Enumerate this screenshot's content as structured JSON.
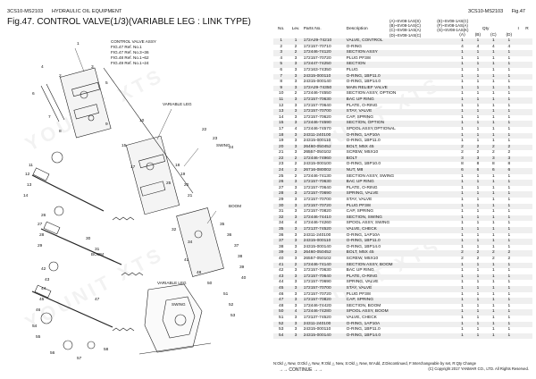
{
  "header": {
    "model_code": "3CS10-MS2103",
    "category": "HYDRAULIC OIL EQUIPMENT",
    "figure_title": "Fig.47.  CONTROL VALVE(1/3)(VARIABLE LEG : LINK TYPE)",
    "right_code": "3CS10-MS2103",
    "right_fig": "Fig.47"
  },
  "version_notes": [
    "(A)~SV08-1AS(S)",
    "(B)~SV08-1AS(C)",
    "(C)~SV08-1AS(A)",
    "(D)~SV08-1AS(C)"
  ],
  "version_notes_right": [
    "(E)~SV08-1AS(C)",
    "(F)~SV08-1AS(A)",
    "(G)~SV08-1AS(K)",
    ""
  ],
  "table_headers": {
    "no": "No.",
    "lev": "Lev.",
    "parts_no": "Parts No.",
    "description": "Description",
    "qty": "Qty",
    "cols": [
      "(A)",
      "(B)",
      "(C)",
      "(D)",
      "I",
      "R"
    ]
  },
  "parts": [
    {
      "no": "1",
      "lev": "1",
      "pn": "172A29-74210",
      "desc": "VALVE, CONTROL",
      "q": [
        "1",
        "1",
        "1",
        "1"
      ]
    },
    {
      "no": "2",
      "lev": "2",
      "pn": "172157-70710",
      "desc": "O-RING",
      "q": [
        "4",
        "4",
        "4",
        "4"
      ]
    },
    {
      "no": "3",
      "lev": "2",
      "pn": "172446-74120",
      "desc": "SECTION ASSY",
      "q": [
        "1",
        "1",
        "1",
        "1"
      ]
    },
    {
      "no": "4",
      "lev": "3",
      "pn": "172157-70720",
      "desc": "PLUG PF3/8",
      "q": [
        "1",
        "1",
        "1",
        "1"
      ]
    },
    {
      "no": "5",
      "lev": "3",
      "pn": "172447-74250",
      "desc": "SECTION",
      "q": [
        "1",
        "1",
        "1",
        "1"
      ]
    },
    {
      "no": "6",
      "lev": "3",
      "pn": "172163-74350",
      "desc": "PLUG",
      "q": [
        "1",
        "1",
        "1",
        "1"
      ]
    },
    {
      "no": "7",
      "lev": "3",
      "pn": "24315-000110",
      "desc": "O-RING, 1BP11.0",
      "q": [
        "1",
        "1",
        "1",
        "1"
      ]
    },
    {
      "no": "8",
      "lev": "3",
      "pn": "24315-000140",
      "desc": "O-RING, 1BP14.0",
      "q": [
        "1",
        "1",
        "1",
        "1"
      ]
    },
    {
      "no": "9",
      "lev": "3",
      "pn": "172A29-74350",
      "desc": "MAIN RELIEF VALVE",
      "q": [
        "1",
        "1",
        "1",
        "1"
      ]
    },
    {
      "no": "10",
      "lev": "2",
      "pn": "172446-74550",
      "desc": "SECTION ASSY, OPTION",
      "q": [
        "1",
        "1",
        "1",
        "1"
      ]
    },
    {
      "no": "11",
      "lev": "3",
      "pn": "172157-70630",
      "desc": "BAC UP RING",
      "q": [
        "1",
        "1",
        "1",
        "1"
      ]
    },
    {
      "no": "12",
      "lev": "3",
      "pn": "172157-70640",
      "desc": "PLATE, O-RING",
      "q": [
        "1",
        "1",
        "1",
        "1"
      ]
    },
    {
      "no": "13",
      "lev": "3",
      "pn": "172157-70700",
      "desc": "STAY, VALVE",
      "q": [
        "1",
        "1",
        "1",
        "1"
      ]
    },
    {
      "no": "14",
      "lev": "3",
      "pn": "172157-70620",
      "desc": "CAP, SPRING",
      "q": [
        "1",
        "1",
        "1",
        "1"
      ]
    },
    {
      "no": "15",
      "lev": "3",
      "pn": "172446-74590",
      "desc": "SECTION, OPTION",
      "q": [
        "1",
        "1",
        "1",
        "1"
      ]
    },
    {
      "no": "17",
      "lev": "4",
      "pn": "172446-74570",
      "desc": "SPOOL ASSY,OPTIONAL",
      "q": [
        "1",
        "1",
        "1",
        "1"
      ]
    },
    {
      "no": "18",
      "lev": "3",
      "pn": "24311-240100",
      "desc": "O-RING, 1AP10A",
      "q": [
        "1",
        "1",
        "1",
        "1"
      ]
    },
    {
      "no": "19",
      "lev": "3",
      "pn": "24315-000110",
      "desc": "O-RING, 1BP11.0",
      "q": [
        "1",
        "1",
        "1",
        "1"
      ]
    },
    {
      "no": "20",
      "lev": "3",
      "pn": "26460-050452",
      "desc": "BOLT, M5X 45",
      "q": [
        "2",
        "2",
        "2",
        "2"
      ]
    },
    {
      "no": "21",
      "lev": "3",
      "pn": "26557-050102",
      "desc": "SCREW, M5X10",
      "q": [
        "2",
        "2",
        "2",
        "2"
      ]
    },
    {
      "no": "22",
      "lev": "2",
      "pn": "172446-74960",
      "desc": "BOLT",
      "q": [
        "3",
        "3",
        "3",
        "3"
      ]
    },
    {
      "no": "23",
      "lev": "2",
      "pn": "24315-000100",
      "desc": "O-RING, 1BP10.0",
      "q": [
        "8",
        "8",
        "8",
        "8"
      ]
    },
    {
      "no": "24",
      "lev": "2",
      "pn": "26716-080002",
      "desc": "NUT, M8",
      "q": [
        "6",
        "6",
        "6",
        "6"
      ]
    },
    {
      "no": "25",
      "lev": "2",
      "pn": "172446-74130",
      "desc": "SECTION ASSY, SWING",
      "q": [
        "1",
        "1",
        "1",
        "1"
      ]
    },
    {
      "no": "26",
      "lev": "3",
      "pn": "172157-70630",
      "desc": "BAC UP RING",
      "q": [
        "1",
        "1",
        "1",
        "1"
      ]
    },
    {
      "no": "27",
      "lev": "3",
      "pn": "172157-70640",
      "desc": "PLATE, O-RING",
      "q": [
        "1",
        "1",
        "1",
        "1"
      ]
    },
    {
      "no": "28",
      "lev": "3",
      "pn": "172157-70690",
      "desc": "SPRING, VALVE",
      "q": [
        "1",
        "1",
        "1",
        "1"
      ]
    },
    {
      "no": "29",
      "lev": "3",
      "pn": "172157-70700",
      "desc": "STAY, VALVE",
      "q": [
        "1",
        "1",
        "1",
        "1"
      ]
    },
    {
      "no": "30",
      "lev": "3",
      "pn": "172157-70720",
      "desc": "PLUG PF3/8",
      "q": [
        "1",
        "1",
        "1",
        "1"
      ]
    },
    {
      "no": "31",
      "lev": "3",
      "pn": "172157-70820",
      "desc": "CAP, SPRING",
      "q": [
        "1",
        "1",
        "1",
        "1"
      ]
    },
    {
      "no": "32",
      "lev": "3",
      "pn": "172446-74410",
      "desc": "SECTION, SWING",
      "q": [
        "1",
        "1",
        "1",
        "1"
      ]
    },
    {
      "no": "34",
      "lev": "4",
      "pn": "172446-74260",
      "desc": "SPOOL ASSY, SWING",
      "q": [
        "1",
        "1",
        "1",
        "1"
      ]
    },
    {
      "no": "35",
      "lev": "3",
      "pn": "172137-74520",
      "desc": "VALVE, CHECK",
      "q": [
        "1",
        "1",
        "1",
        "1"
      ]
    },
    {
      "no": "36",
      "lev": "3",
      "pn": "24311-240100",
      "desc": "O-RING, 1AP10A",
      "q": [
        "1",
        "1",
        "1",
        "1"
      ]
    },
    {
      "no": "37",
      "lev": "3",
      "pn": "24315-000110",
      "desc": "O-RING, 1BP11.0",
      "q": [
        "1",
        "1",
        "1",
        "1"
      ]
    },
    {
      "no": "38",
      "lev": "3",
      "pn": "24315-000140",
      "desc": "O-RING, 1BP14.0",
      "q": [
        "1",
        "1",
        "1",
        "1"
      ]
    },
    {
      "no": "39",
      "lev": "3",
      "pn": "26460-050452",
      "desc": "BOLT, M5X 45",
      "q": [
        "2",
        "2",
        "2",
        "2"
      ]
    },
    {
      "no": "40",
      "lev": "3",
      "pn": "26557-050102",
      "desc": "SCREW, M5X10",
      "q": [
        "2",
        "2",
        "2",
        "2"
      ]
    },
    {
      "no": "41",
      "lev": "2",
      "pn": "172446-74140",
      "desc": "SECTION ASSY, BOOM",
      "q": [
        "1",
        "1",
        "1",
        "1"
      ]
    },
    {
      "no": "42",
      "lev": "3",
      "pn": "172157-70630",
      "desc": "BAC UP RING",
      "q": [
        "1",
        "1",
        "1",
        "1"
      ]
    },
    {
      "no": "43",
      "lev": "3",
      "pn": "172157-70640",
      "desc": "PLATE, O-RING",
      "q": [
        "1",
        "1",
        "1",
        "1"
      ]
    },
    {
      "no": "44",
      "lev": "3",
      "pn": "172157-70690",
      "desc": "SPRING, VALVE",
      "q": [
        "1",
        "1",
        "1",
        "1"
      ]
    },
    {
      "no": "45",
      "lev": "3",
      "pn": "172157-70700",
      "desc": "STAY, VALVE",
      "q": [
        "1",
        "1",
        "1",
        "1"
      ]
    },
    {
      "no": "46",
      "lev": "3",
      "pn": "172157-70720",
      "desc": "PLUG PF3/8",
      "q": [
        "1",
        "1",
        "1",
        "1"
      ]
    },
    {
      "no": "47",
      "lev": "3",
      "pn": "172157-70820",
      "desc": "CAP, SPRING",
      "q": [
        "1",
        "1",
        "1",
        "1"
      ]
    },
    {
      "no": "48",
      "lev": "3",
      "pn": "172446-74420",
      "desc": "SECTION, BOOM",
      "q": [
        "1",
        "1",
        "1",
        "1"
      ]
    },
    {
      "no": "50",
      "lev": "4",
      "pn": "172446-74280",
      "desc": "SPOOL ASSY, BOOM",
      "q": [
        "1",
        "1",
        "1",
        "1"
      ]
    },
    {
      "no": "51",
      "lev": "3",
      "pn": "172137-74520",
      "desc": "VALVE, CHECK",
      "q": [
        "1",
        "1",
        "1",
        "1"
      ]
    },
    {
      "no": "52",
      "lev": "3",
      "pn": "24311-240100",
      "desc": "O-RING, 1AP10A",
      "q": [
        "1",
        "1",
        "1",
        "1"
      ]
    },
    {
      "no": "53",
      "lev": "3",
      "pn": "24315-000110",
      "desc": "O-RING, 1BP11.0",
      "q": [
        "1",
        "1",
        "1",
        "1"
      ]
    },
    {
      "no": "54",
      "lev": "3",
      "pn": "24315-000140",
      "desc": "O-RING, 1BP14.0",
      "q": [
        "1",
        "1",
        "1",
        "1"
      ]
    }
  ],
  "footer": {
    "legend": "N:Old △ New, O:Old △ New, R:Old △ New, S:Old △ New, W:Add, Z:Discontinued, F:Interchangeable by set, R:Qty Change",
    "continue": "→→ CONTINUE →→",
    "copyright": "(C) Copyright 2017 YANMAR CO., LTD. All Rights Reserved."
  },
  "drawing_labels": {
    "assy_lines": [
      "CONTROL VALVE ASSY",
      "FIG.47 Ref. No.1",
      "FIG.47 Ref. No.3~36",
      "FIG.48 Ref. No.1~62",
      "FIG.49 Ref. No.1~24"
    ],
    "variable_leg": "VARIABLE LEG",
    "swing_label": "SWING",
    "boom_label": "BOOM",
    "variable_leg_2": "VARIABLE LEG",
    "swing_2": "SWING",
    "boom_2": "BOOM",
    "callouts": [
      "1",
      "2",
      "3",
      "4",
      "5",
      "6",
      "7",
      "8",
      "9",
      "10",
      "11",
      "12",
      "13",
      "14",
      "15",
      "17",
      "18",
      "19",
      "20",
      "21",
      "22",
      "23",
      "24",
      "25",
      "26",
      "27",
      "28",
      "29",
      "30",
      "31",
      "32",
      "34",
      "35",
      "36",
      "37",
      "38",
      "39",
      "40",
      "41",
      "42",
      "43",
      "44",
      "45",
      "46",
      "47",
      "48",
      "50",
      "51",
      "52",
      "53",
      "54",
      "55",
      "56",
      "57",
      "58"
    ]
  },
  "watermark_text": "YOUNIT XTS"
}
